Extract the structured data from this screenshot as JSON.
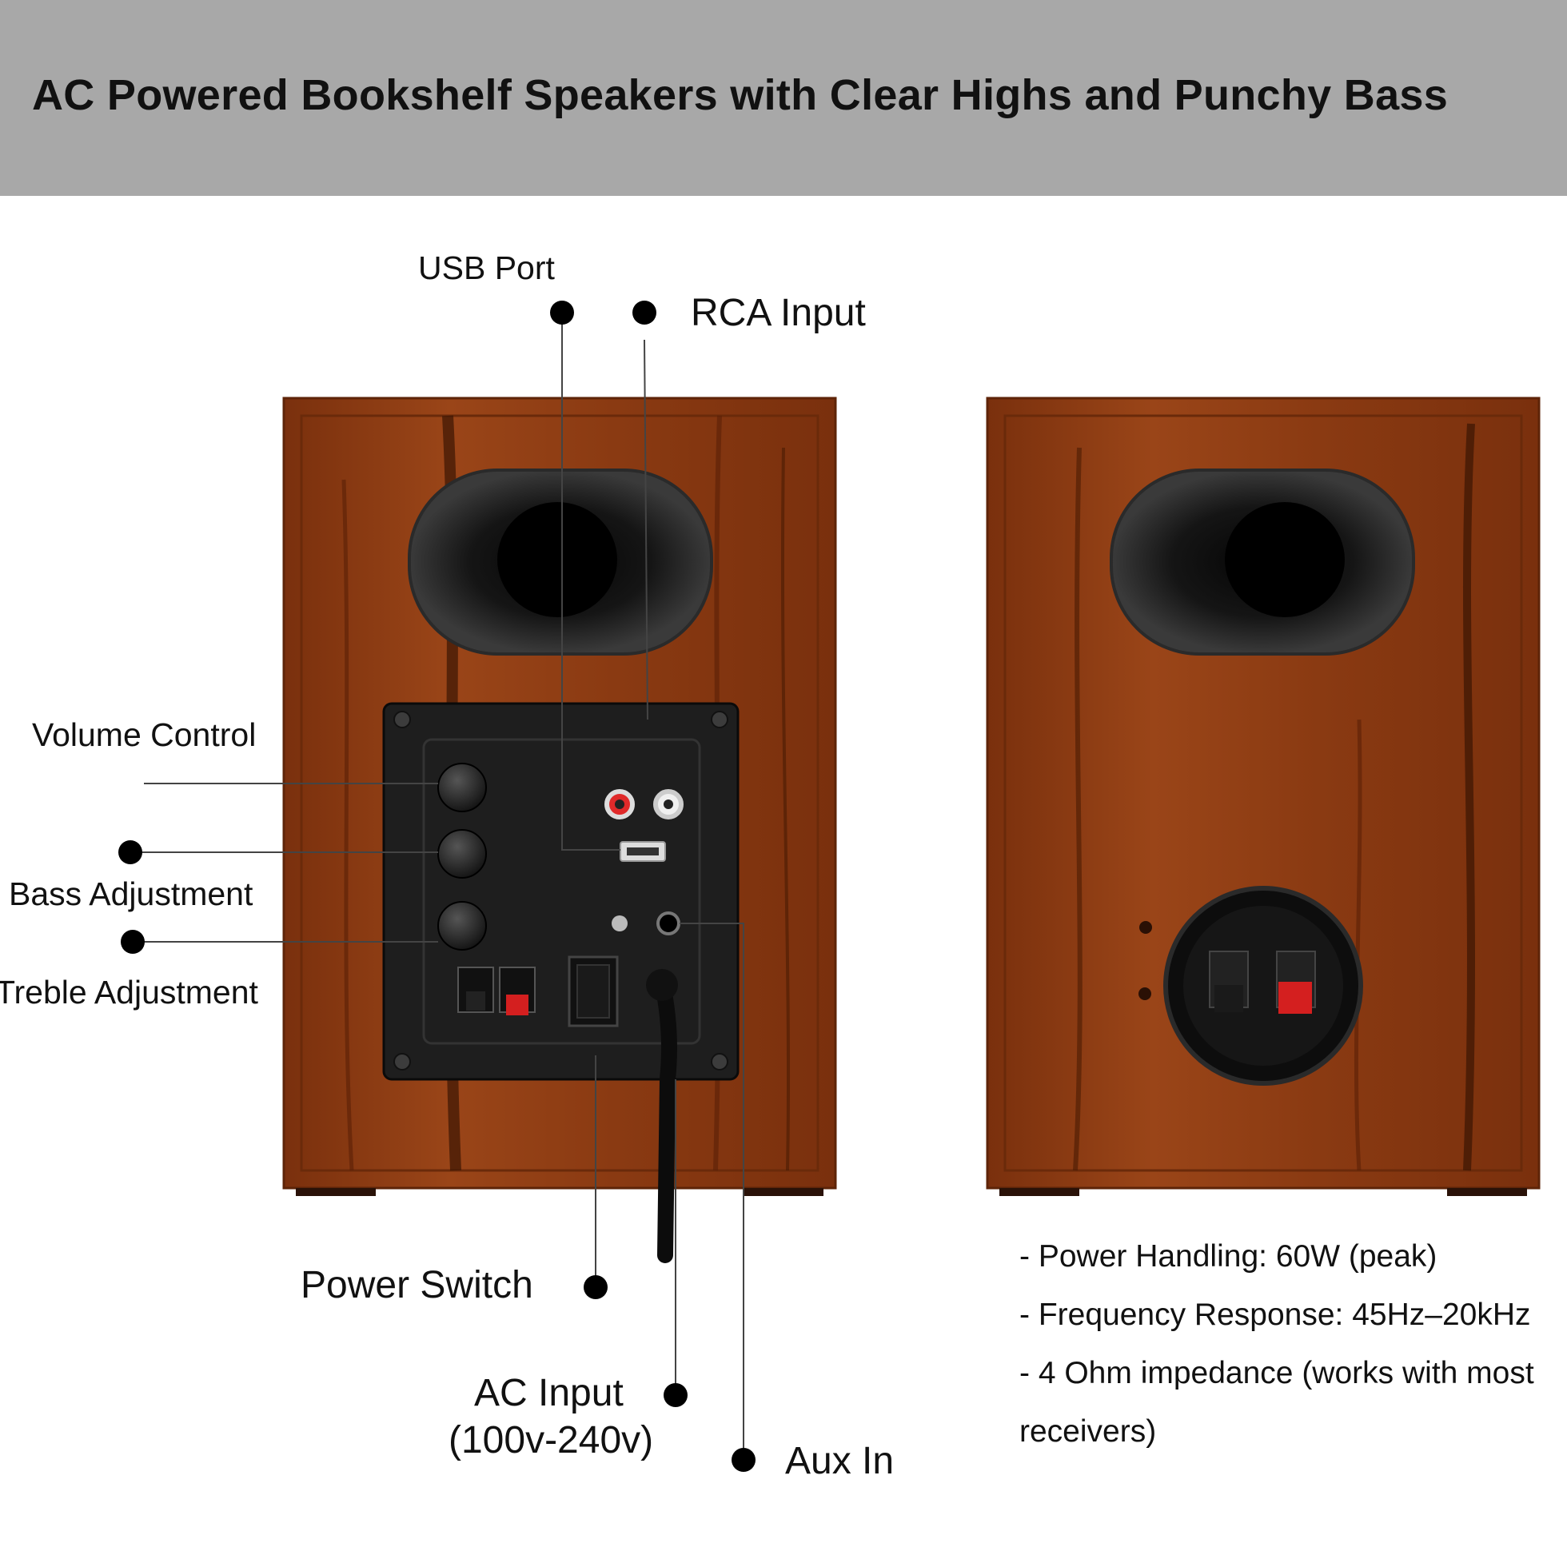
{
  "title": "AC Powered Bookshelf Speakers with Clear Highs and Punchy Bass",
  "callouts": {
    "usb_port": "USB Port",
    "rca_input": "RCA Input",
    "volume_control": "Volume Control",
    "bass_adjustment": "Bass Adjustment",
    "treble_adjustment": "Treble Adjustment",
    "power_switch": "Power Switch",
    "ac_input_line1": "AC Input",
    "ac_input_line2": "(100v-240v)",
    "aux_in": "Aux In"
  },
  "specs": [
    "- Power Handling: 60W (peak)",
    "- Frequency Response: 45Hz–20kHz",
    "- 4 Ohm impedance (works with most",
    "receivers)"
  ],
  "colors": {
    "banner": "#a8a8a8",
    "wood": "#8a3a12",
    "panel": "#1e1e1e",
    "terminal_red": "#d41f1f"
  }
}
